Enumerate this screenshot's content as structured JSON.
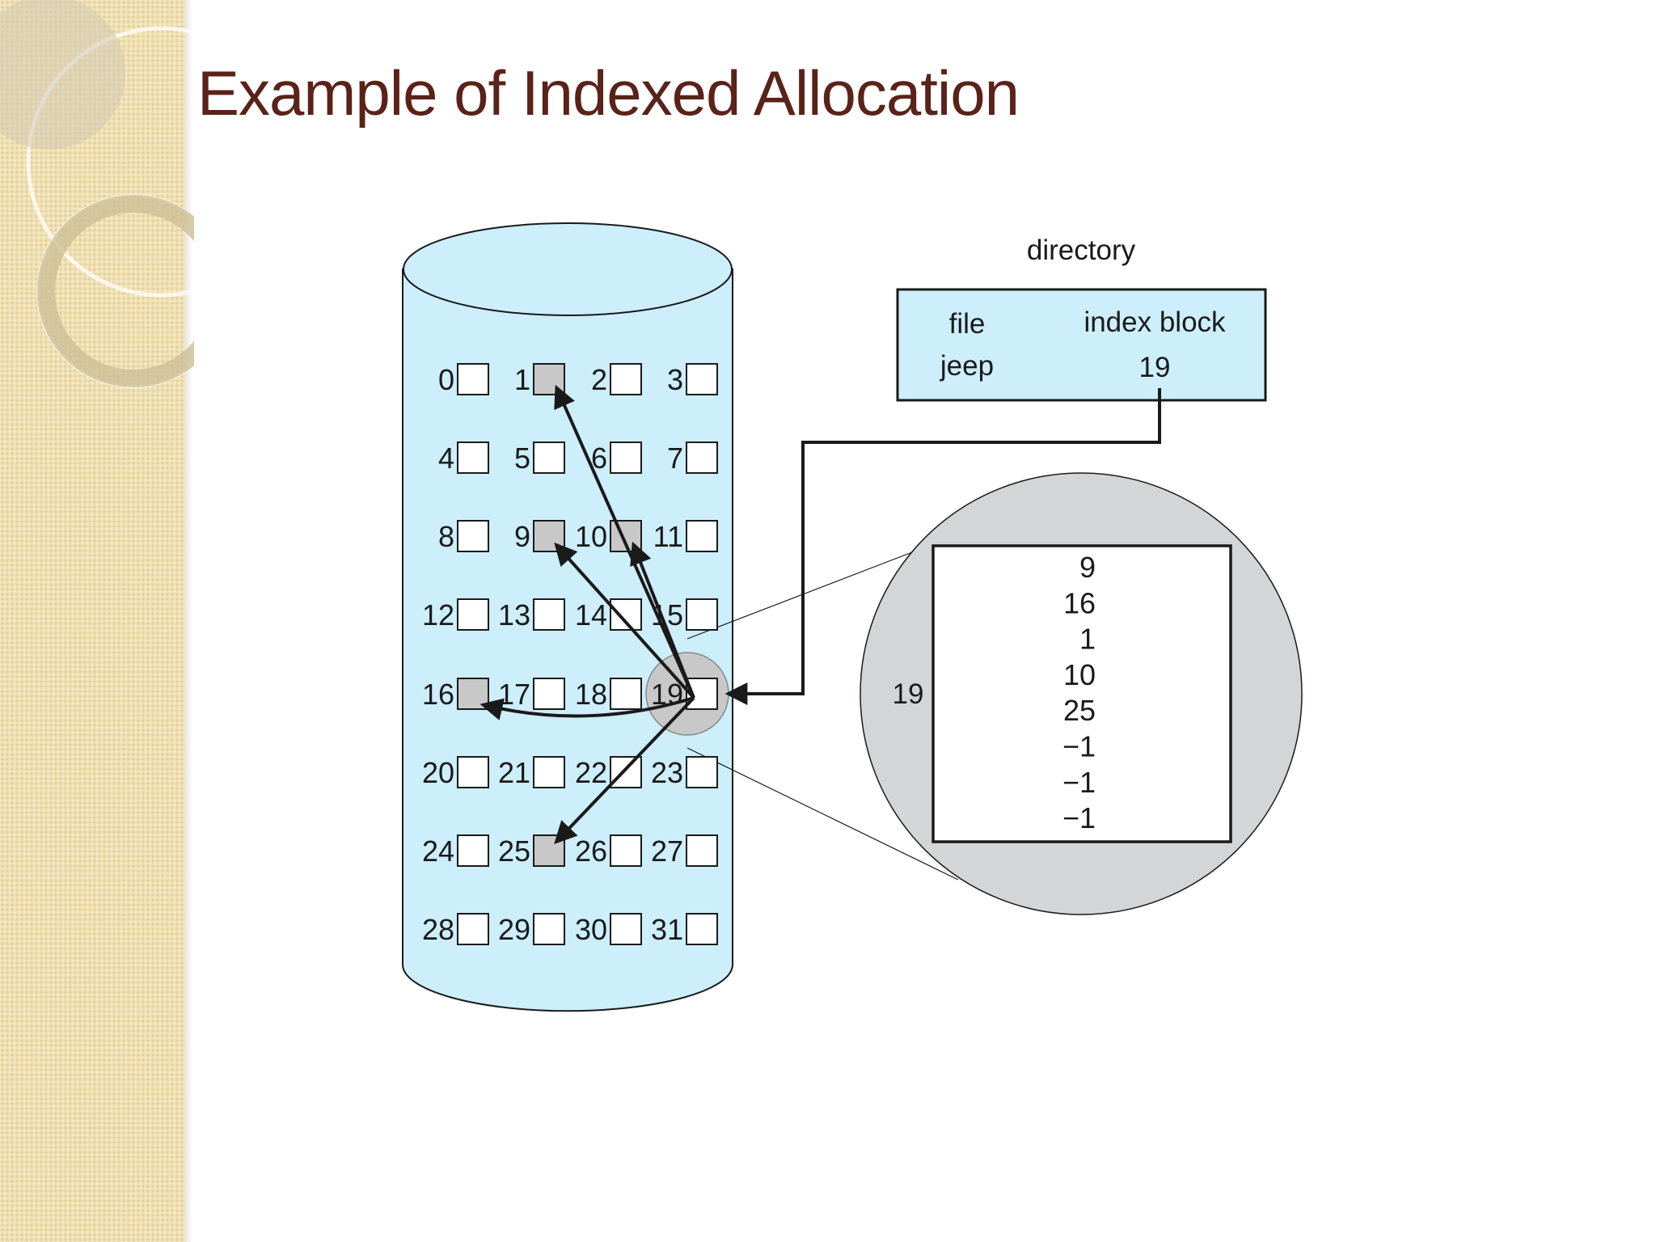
{
  "slide": {
    "title": "Example of Indexed Allocation",
    "colors": {
      "title": "#5a2218",
      "disk": "#cdeefb",
      "directory_box": "#cdeefb",
      "allocated_block": "#c8c8c8",
      "magnifier": "#d4d5d7",
      "side_strip": "#efdfb0"
    }
  },
  "diagram": {
    "directory": {
      "caption": "directory",
      "headers": [
        "file",
        "index block"
      ],
      "row": {
        "file": "jeep",
        "index_block": "19"
      }
    },
    "disk_blocks": [
      "0",
      "1",
      "2",
      "3",
      "4",
      "5",
      "6",
      "7",
      "8",
      "9",
      "10",
      "11",
      "12",
      "13",
      "14",
      "15",
      "16",
      "17",
      "18",
      "19",
      "20",
      "21",
      "22",
      "23",
      "24",
      "25",
      "26",
      "27",
      "28",
      "29",
      "30",
      "31"
    ],
    "allocated_blocks": [
      "1",
      "9",
      "10",
      "16",
      "25"
    ],
    "index_block": {
      "block_number": "19",
      "entries": [
        "9",
        "16",
        "1",
        "10",
        "25",
        "−1",
        "−1",
        "−1"
      ]
    },
    "pointer_targets": [
      "1",
      "9",
      "10",
      "16",
      "25"
    ]
  }
}
